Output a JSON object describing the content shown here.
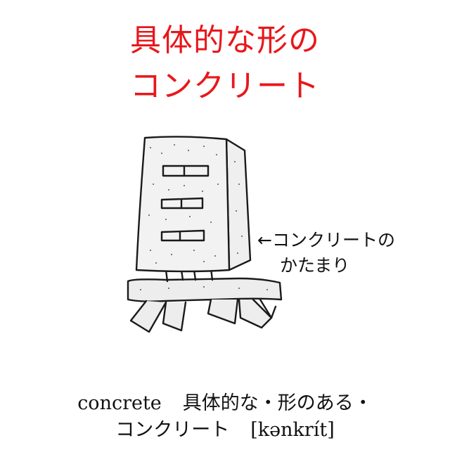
{
  "title": {
    "line1": "具体的な形の",
    "line2": "コンクリート"
  },
  "annotation": {
    "line1": "←コンクリートの",
    "line2": "かたまり"
  },
  "caption": {
    "word": "concrete",
    "meaning": "具体的な・形のある・",
    "katakana": "コンクリート",
    "pronunciation": "[kənkrít]"
  },
  "colors": {
    "title": "#e8171b",
    "text": "#111111",
    "background": "#ffffff"
  }
}
